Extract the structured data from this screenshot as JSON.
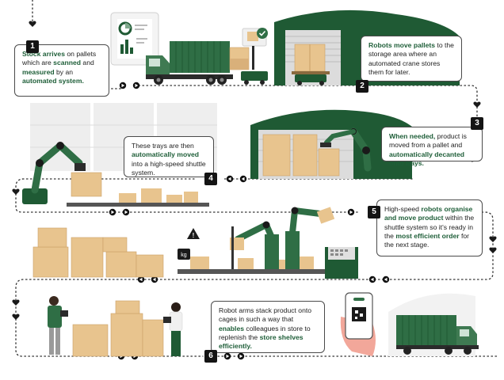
{
  "colors": {
    "green_dark": "#1f5a34",
    "green_mid": "#2f6e45",
    "green_label": "#1e5e38",
    "box_tan": "#e8c48e",
    "box_shade": "#d3a868",
    "grey_light": "#e9e9e9",
    "path_line": "#333333"
  },
  "steps": [
    {
      "number": "1",
      "segments": [
        {
          "t": "Stock arrives",
          "b": true
        },
        {
          "t": " on pallets which are ",
          "b": false
        },
        {
          "t": "scanned",
          "b": true
        },
        {
          "t": " and ",
          "b": false
        },
        {
          "t": "measured",
          "b": true
        },
        {
          "t": " by an ",
          "b": false
        },
        {
          "t": "automated system.",
          "b": true
        }
      ]
    },
    {
      "number": "2",
      "segments": [
        {
          "t": "Robots move pallets",
          "b": true
        },
        {
          "t": " to the storage area where an automated crane stores them for later.",
          "b": false
        }
      ]
    },
    {
      "number": "3",
      "segments": [
        {
          "t": "When needed,",
          "b": true
        },
        {
          "t": " product is moved from a pallet and ",
          "b": false
        },
        {
          "t": "automatically decanted onto trays.",
          "b": true
        }
      ]
    },
    {
      "number": "4",
      "segments": [
        {
          "t": "These trays are then ",
          "b": false
        },
        {
          "t": "automatically moved",
          "b": true
        },
        {
          "t": " into a high-speed shuttle system.",
          "b": false
        }
      ]
    },
    {
      "number": "5",
      "segments": [
        {
          "t": "High-speed ",
          "b": false
        },
        {
          "t": "robots organise and move product",
          "b": true
        },
        {
          "t": " within the shuttle system so it's ready in the ",
          "b": false
        },
        {
          "t": "most efficient order",
          "b": true
        },
        {
          "t": " for the next stage.",
          "b": false
        }
      ]
    },
    {
      "number": "6",
      "segments": [
        {
          "t": "Robot arms stack product onto cages in such a way that ",
          "b": false
        },
        {
          "t": "enables",
          "b": true
        },
        {
          "t": " colleagues in store to replenish the ",
          "b": false
        },
        {
          "t": "store shelves efficiently.",
          "b": true
        }
      ]
    }
  ],
  "icons": {
    "scale_label": "kg",
    "warning_symbol": "!"
  }
}
